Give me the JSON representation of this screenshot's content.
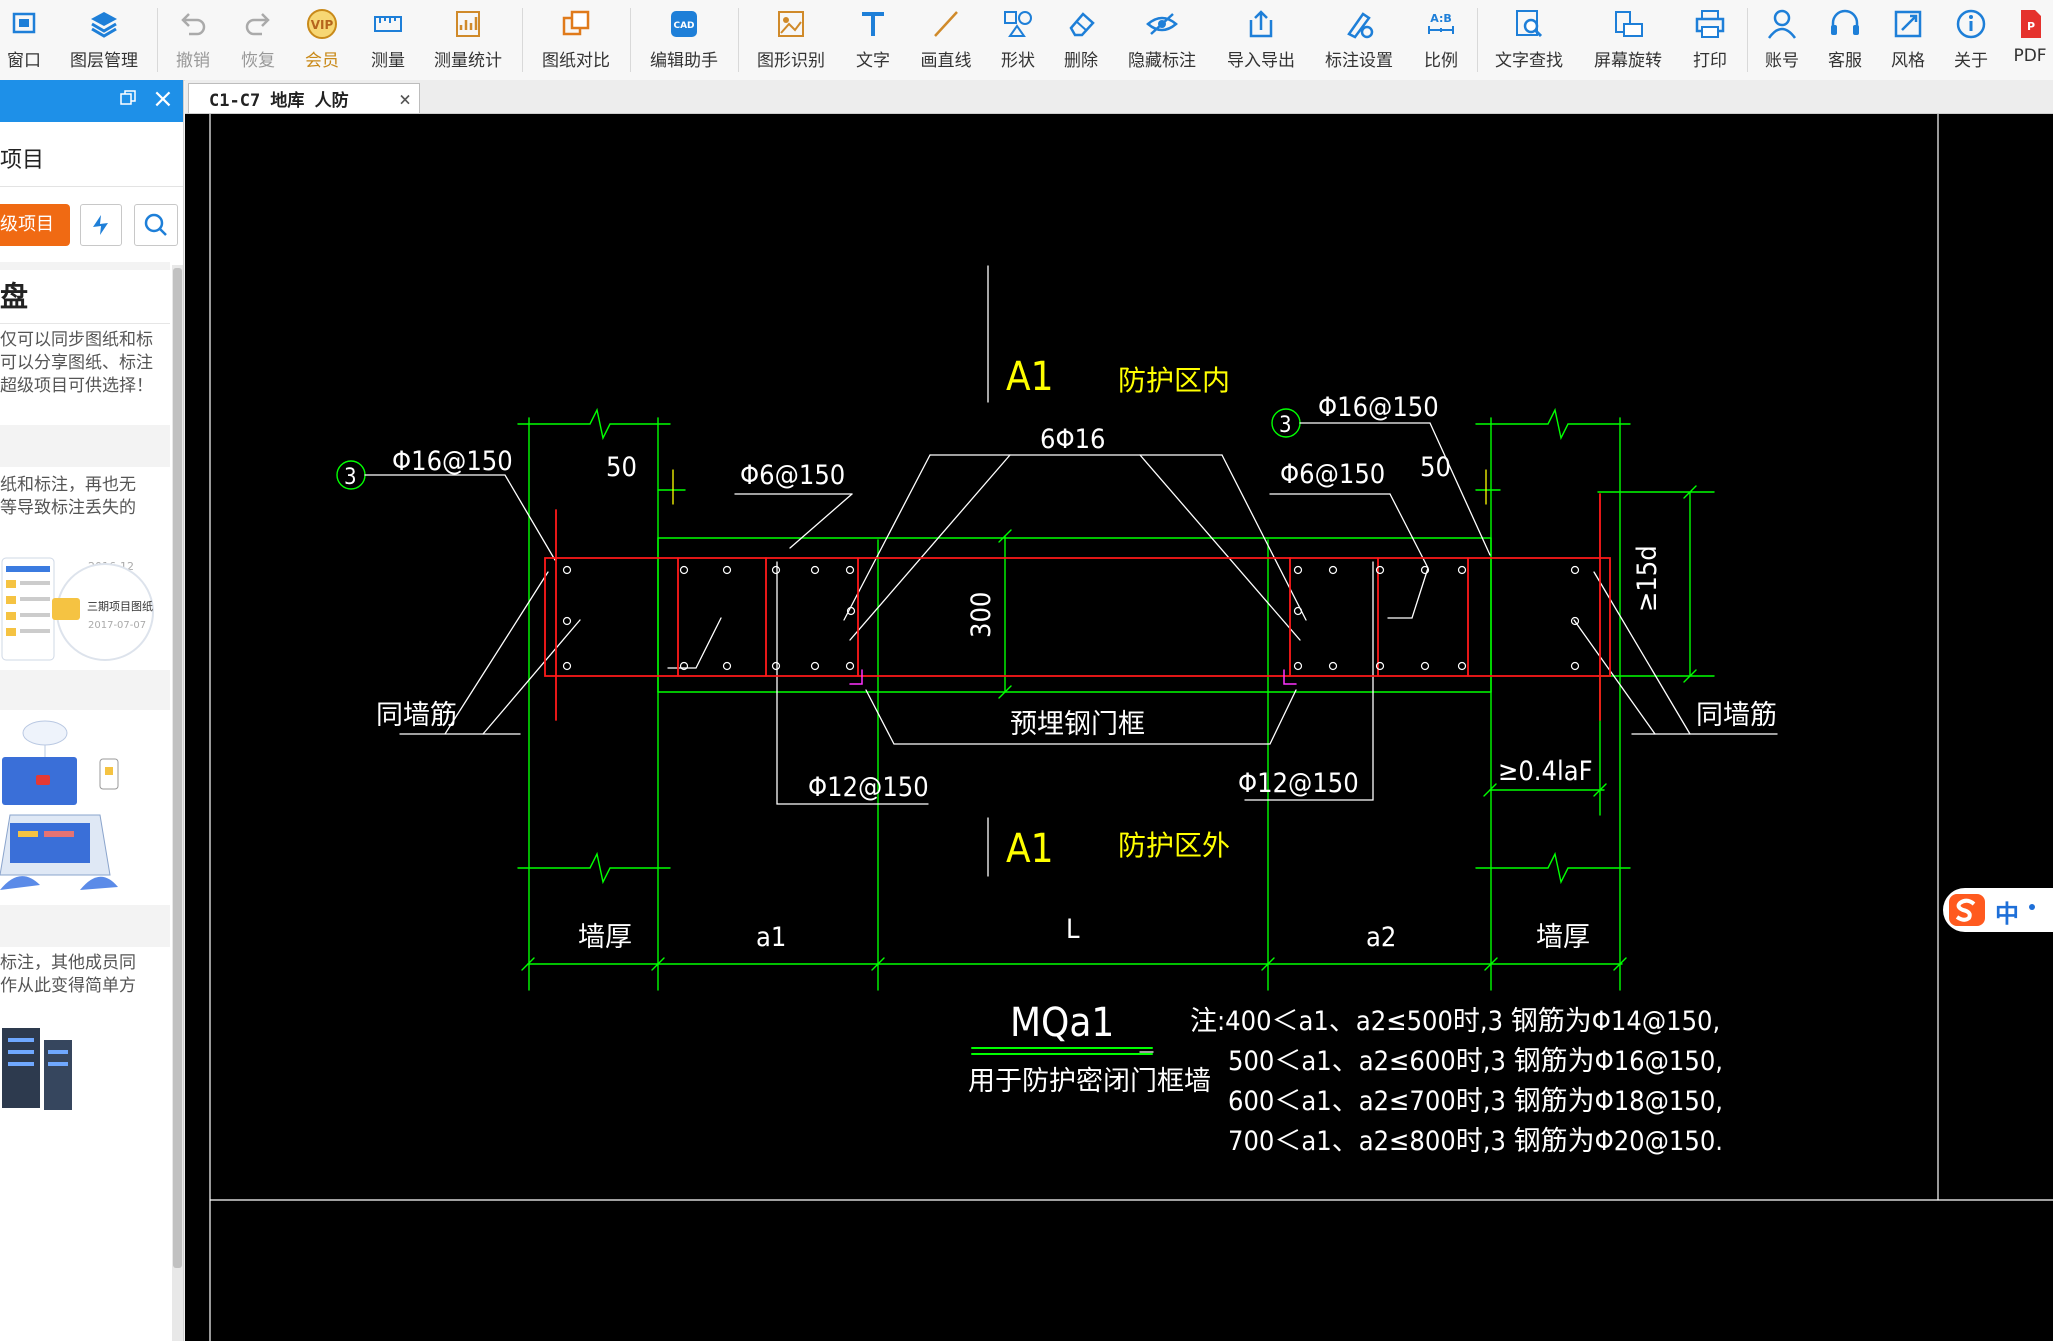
{
  "toolbar": {
    "items": [
      {
        "label": "窗口",
        "icon": "window-icon",
        "state": "normal"
      },
      {
        "label": "图层管理",
        "icon": "layers-icon",
        "state": "normal"
      },
      {
        "label": "撤销",
        "icon": "undo-icon",
        "state": "disabled"
      },
      {
        "label": "恢复",
        "icon": "redo-icon",
        "state": "disabled"
      },
      {
        "label": "会员",
        "icon": "vip-icon",
        "state": "vip"
      },
      {
        "label": "测量",
        "icon": "measure-icon",
        "state": "normal"
      },
      {
        "label": "测量统计",
        "icon": "measure-stats-icon",
        "state": "normal"
      },
      {
        "label": "图纸对比",
        "icon": "compare-icon",
        "state": "normal"
      },
      {
        "label": "编辑助手",
        "icon": "cad-edit-icon",
        "state": "normal"
      },
      {
        "label": "图形识别",
        "icon": "shape-recognize-icon",
        "state": "normal"
      },
      {
        "label": "文字",
        "icon": "text-icon",
        "state": "normal"
      },
      {
        "label": "画直线",
        "icon": "line-icon",
        "state": "normal"
      },
      {
        "label": "形状",
        "icon": "shape-icon",
        "state": "normal"
      },
      {
        "label": "删除",
        "icon": "eraser-icon",
        "state": "normal"
      },
      {
        "label": "隐藏标注",
        "icon": "eye-hide-icon",
        "state": "normal"
      },
      {
        "label": "导入导出",
        "icon": "import-export-icon",
        "state": "normal"
      },
      {
        "label": "标注设置",
        "icon": "annotation-settings-icon",
        "state": "normal"
      },
      {
        "label": "比例",
        "icon": "scale-icon",
        "state": "normal"
      },
      {
        "label": "文字查找",
        "icon": "text-search-icon",
        "state": "normal"
      },
      {
        "label": "屏幕旋转",
        "icon": "rotate-screen-icon",
        "state": "normal"
      },
      {
        "label": "打印",
        "icon": "printer-icon",
        "state": "normal"
      },
      {
        "label": "账号",
        "icon": "account-icon",
        "state": "normal"
      },
      {
        "label": "客服",
        "icon": "headset-icon",
        "state": "normal"
      },
      {
        "label": "风格",
        "icon": "style-icon",
        "state": "normal"
      },
      {
        "label": "关于",
        "icon": "info-icon",
        "state": "normal"
      },
      {
        "label": "PDF",
        "icon": "pdf-icon",
        "state": "normal"
      }
    ]
  },
  "tab": {
    "title": "C1-C7 地库 人防",
    "close": "×"
  },
  "sidebar": {
    "close": "×",
    "project_label": "项目",
    "super_project_button": "级项目",
    "disk_heading": "盘",
    "para1": [
      "仅可以同步图纸和标",
      "可以分享图纸、标注",
      "超级项目可供选择！"
    ],
    "para2": [
      "纸和标注，再也无",
      "等导致标注丢失的"
    ],
    "folder_thumb": {
      "date_top": "2016-12",
      "folder_name": "三期项目图纸",
      "date_bottom": "2017-07-07"
    },
    "para3": [
      "标注，其他成员同",
      "作从此变得简单方"
    ]
  },
  "drawing": {
    "top_section_label": "A1",
    "top_zone": "防护区内",
    "bottom_section_label": "A1",
    "bottom_zone": "防护区外",
    "circle_marker": "3",
    "rebar_left_top": "Φ16@150",
    "rebar_right_top": "Φ16@150",
    "dim_50_left": "50",
    "dim_50_right": "50",
    "tie_left": "Φ6@150",
    "tie_right": "Φ6@150",
    "center_bars": "6Φ16",
    "height_dim": "300",
    "embed_len": "≥15d",
    "wall_rebar_left": "同墙筋",
    "wall_rebar_right": "同墙筋",
    "frame_label": "预埋钢门框",
    "rebar_bottom_left": "Φ12@150",
    "rebar_bottom_right": "Φ12@150",
    "anchor_len": "≥0.4laF",
    "dim_wall_left": "墙厚",
    "dim_a1": "a1",
    "dim_L": "L",
    "dim_a2": "a2",
    "dim_wall_right": "墙厚",
    "title": "MQa1",
    "subtitle": "用于防护密闭门框墙",
    "notes": [
      "注:400＜a1、a2≤500时,3  钢筋为Φ14@150,",
      "500＜a1、a2≤600时,3  钢筋为Φ16@150,",
      "600＜a1、a2≤700时,3  钢筋为Φ18@150,",
      "700＜a1、a2≤800时,3  钢筋为Φ20@150."
    ]
  },
  "ime": {
    "label": "中"
  },
  "colors": {
    "sidebar_header": "#1e90e8",
    "accent_orange": "#f06a13",
    "cad_green": "#00ff00",
    "cad_red": "#ff1a1a",
    "cad_yellow": "#ffff00",
    "cad_white": "#ffffff"
  }
}
